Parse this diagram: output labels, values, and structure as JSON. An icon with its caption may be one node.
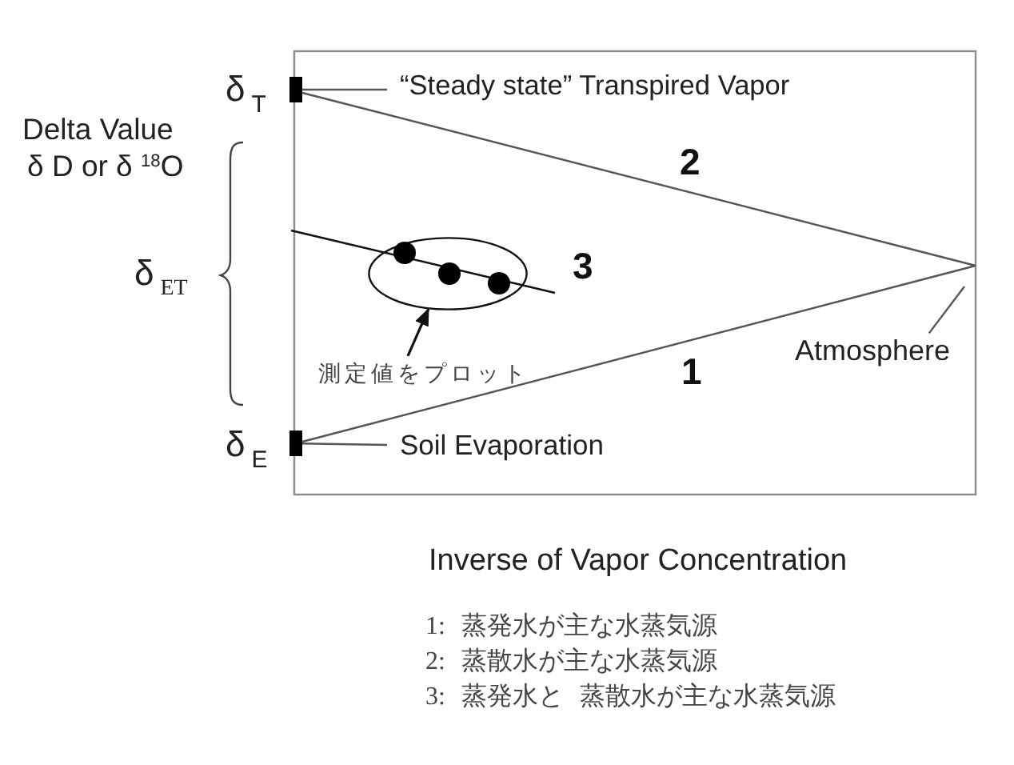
{
  "diagram": {
    "nodes": [
      {
        "text": [],
        "shape": "bar",
        "beside": [
          "δ$_{T}$"
        ]
      },
      {
        "text": [
          "“Steady state” Transpired Vapor"
        ]
      },
      {
        "text": [],
        "shape": "ellipse"
      },
      {
        "text": [
          "測定値をプロット"
        ]
      },
      {
        "text": [
          "Atmosphere"
        ]
      },
      {
        "text": [],
        "shape": "bar",
        "beside": [
          "δ$_{E}$"
        ]
      },
      {
        "text": [
          "Soil Evaporation"
        ]
      }
    ],
    "edges": [
      {
        "from": 1,
        "to": 0,
        "arrow": "none"
      },
      {
        "from": 0,
        "to": null,
        "arrow": "none",
        "label": "2"
      },
      {
        "from": 3,
        "to": 2,
        "arrow": "to"
      },
      {
        "from": 4,
        "to": null,
        "arrow": "none"
      },
      {
        "from": 5,
        "to": null,
        "arrow": "none",
        "label": "1"
      },
      {
        "from": 6,
        "to": 5,
        "arrow": "none"
      }
    ],
    "labels": [
      "Delta Value",
      "δ D or δ $^{18}$O",
      "δ$_{ET}$",
      "3",
      "Inverse of Vapor Concentration",
      "1: 蒸発水が主な水蒸気源",
      "2: 蒸散水が主な水蒸気源",
      "3: 蒸発水と 蒸散水が主な水蒸気源"
    ]
  }
}
